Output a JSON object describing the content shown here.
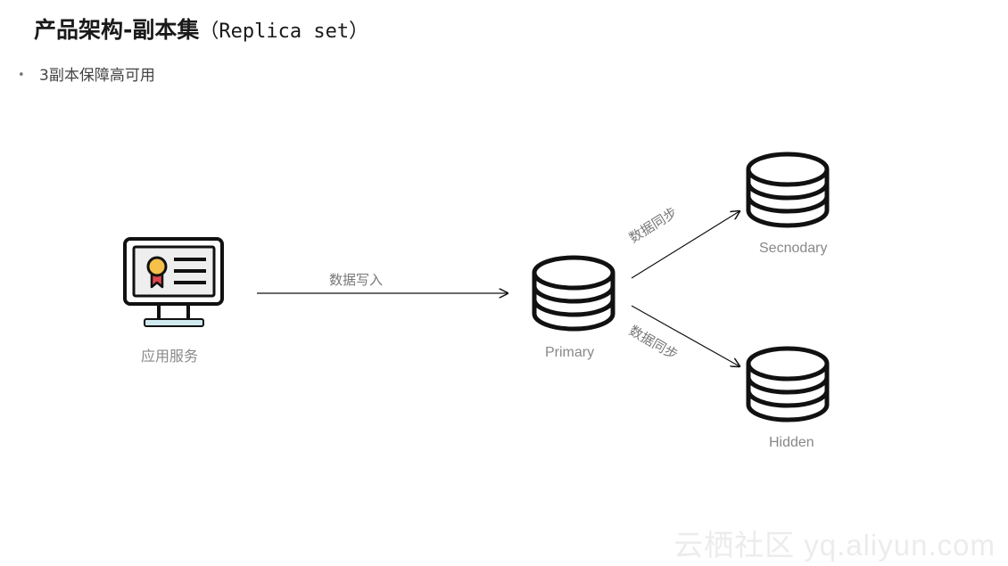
{
  "slide": {
    "title_cn": "产品架构-副本集",
    "title_en": "（Replica set）",
    "bullet": "3副本保障高可用"
  },
  "nodes": {
    "app": {
      "label": "应用服务",
      "icon": "certificate-monitor-icon"
    },
    "primary": {
      "label": "Primary",
      "icon": "database-icon"
    },
    "secondary": {
      "label": "Secnodary",
      "icon": "database-icon"
    },
    "hidden": {
      "label": "Hidden",
      "icon": "database-icon"
    }
  },
  "edges": {
    "write": {
      "label": "数据写入"
    },
    "sync_secondary": {
      "label": "数据同步"
    },
    "sync_hidden": {
      "label": "数据同步"
    }
  },
  "watermark": "云栖社区 yq.aliyun.com",
  "colors": {
    "line": "#111111",
    "monitor_stand": "#cfe9ef",
    "medal": "#f5c04a",
    "ribbon": "#e0464f"
  }
}
